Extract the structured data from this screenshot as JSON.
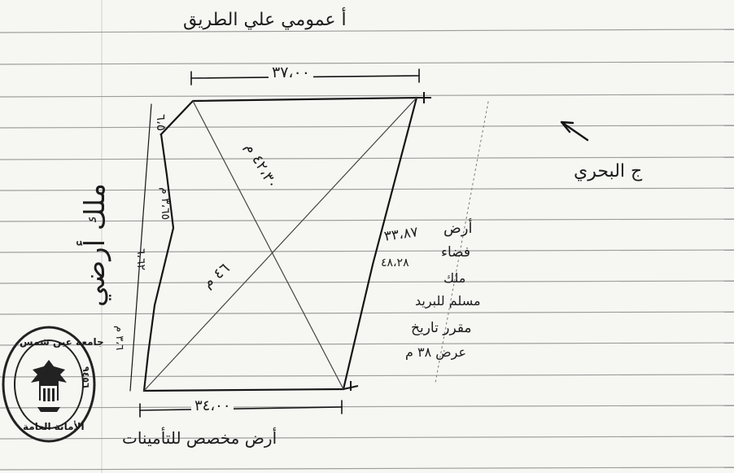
{
  "document": {
    "top_boundary": "أ عمومي علي الطريق",
    "right_boundary_side": "ج البحري",
    "left_boundary": "ملك أرضي",
    "bottom_boundary": "أرض مخصص للتأمينات",
    "right_note_lines": [
      "أرض",
      "فضاء",
      "ملك",
      "مسلم للبريد",
      "مقرر تاريخ",
      "عرض ٣٨ م"
    ]
  },
  "dimensions": {
    "top": "٣٧،٠٠",
    "bottom": "٣٤،٠٠",
    "right_side": "٣٣،٨٧",
    "right_side_sub": "٤٨،٢٨",
    "left_seg_top": "٦،٥٠",
    "left_seg_2": "٣،٦٥ م",
    "left_seg_3": "٦،٦٢",
    "left_seg_4": "٣،٦ م",
    "diagonal_1": "٤٢،٣٠ م",
    "diagonal_2": "٤٦ م"
  },
  "stamp": {
    "ring_text": "جامعة عين شمس",
    "number": "٩٤٥٦",
    "bottom_text": "الأمانة العامة"
  },
  "corner_marks": [
    "*",
    "*",
    "*"
  ]
}
